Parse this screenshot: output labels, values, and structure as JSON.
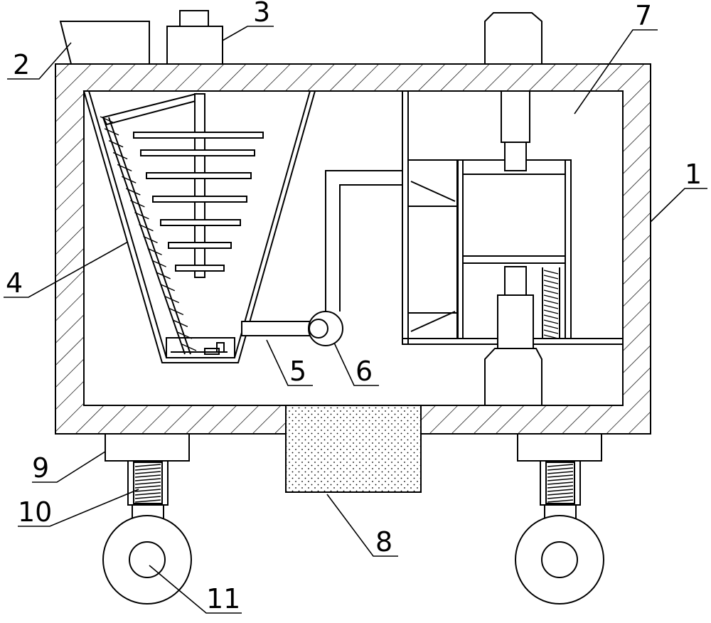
{
  "figure": {
    "callouts": [
      {
        "id": "1",
        "text": "1"
      },
      {
        "id": "2",
        "text": "2"
      },
      {
        "id": "3",
        "text": "3"
      },
      {
        "id": "4",
        "text": "4"
      },
      {
        "id": "5",
        "text": "5"
      },
      {
        "id": "6",
        "text": "6"
      },
      {
        "id": "7",
        "text": "7"
      },
      {
        "id": "8",
        "text": "8"
      },
      {
        "id": "9",
        "text": "9"
      },
      {
        "id": "10",
        "text": "10"
      },
      {
        "id": "11",
        "text": "11"
      }
    ]
  }
}
